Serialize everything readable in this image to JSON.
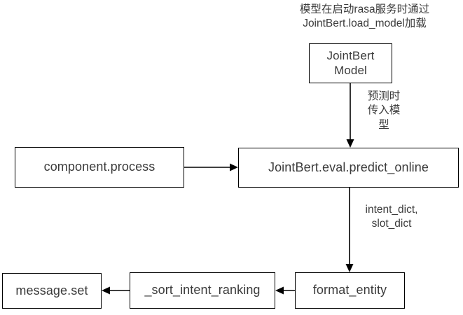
{
  "diagram": {
    "type": "flowchart",
    "title": "",
    "background_color": "#ffffff",
    "node_border_color": "#000000",
    "text_color": "#3b3b3b",
    "edge_color": "#000000",
    "nodes": [
      {
        "id": "jointbert-model",
        "label": "JointBert\nModel"
      },
      {
        "id": "predict-online",
        "label": "JointBert.eval.predict_online"
      },
      {
        "id": "component-process",
        "label": "component.process"
      },
      {
        "id": "format-entity",
        "label": "format_entity"
      },
      {
        "id": "sort-intent-ranking",
        "label": "_sort_intent_ranking"
      },
      {
        "id": "message-set",
        "label": "message.set"
      }
    ],
    "annotations": [
      {
        "id": "load-model-note",
        "label": "模型在启动rasa服务时通过\nJointBert.load_model加载"
      },
      {
        "id": "predict-pass-model-note",
        "label": "预测时\n传入模\n型"
      },
      {
        "id": "dicts-note",
        "label": "intent_dict,\nslot_dict"
      }
    ],
    "edges": [
      {
        "from": "jointbert-model",
        "to": "predict-online",
        "label": "预测时 传入模 型"
      },
      {
        "from": "component-process",
        "to": "predict-online",
        "label": ""
      },
      {
        "from": "predict-online",
        "to": "format-entity",
        "label": "intent_dict, slot_dict"
      },
      {
        "from": "format-entity",
        "to": "sort-intent-ranking",
        "label": ""
      },
      {
        "from": "sort-intent-ranking",
        "to": "message-set",
        "label": ""
      }
    ]
  }
}
